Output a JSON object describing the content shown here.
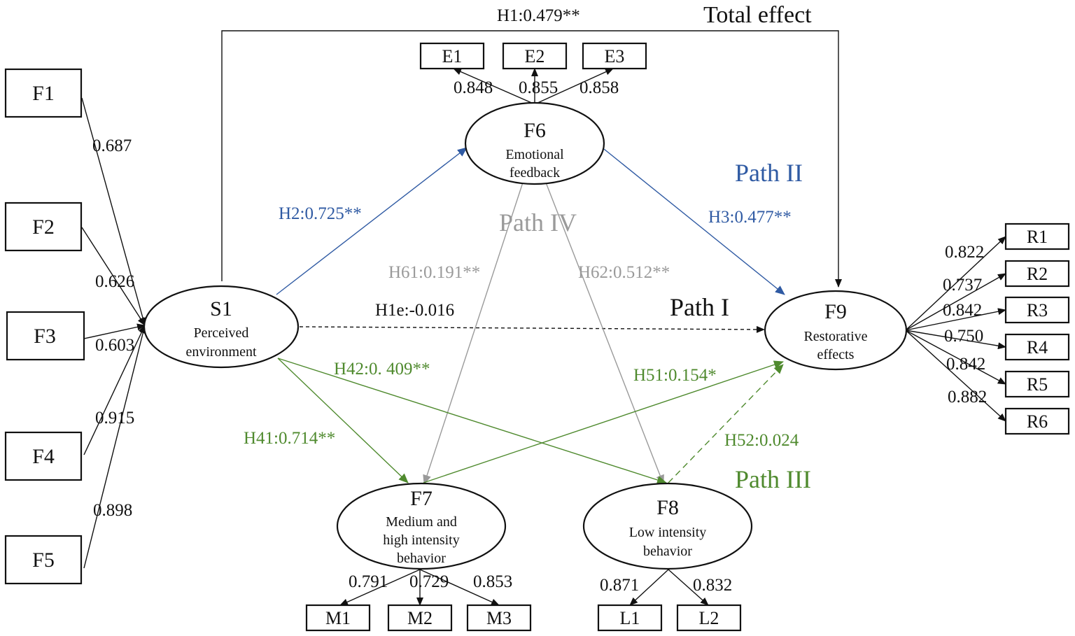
{
  "colors": {
    "black": "#111111",
    "blue": "#2f5aa3",
    "gray": "#9a9a9a",
    "green": "#4f8a2e"
  },
  "header": {
    "total_effect": "Total effect",
    "h1": "H1:0.479**"
  },
  "nodes": {
    "f1": "F1",
    "f2": "F2",
    "f3": "F3",
    "f4": "F4",
    "f5": "F5",
    "e1": "E1",
    "e2": "E2",
    "e3": "E3",
    "r1": "R1",
    "r2": "R2",
    "r3": "R3",
    "r4": "R4",
    "r5": "R5",
    "r6": "R6",
    "m1": "M1",
    "m2": "M2",
    "m3": "M3",
    "l1": "L1",
    "l2": "L2",
    "s1": {
      "id": "S1",
      "line1": "Perceived",
      "line2": "environment"
    },
    "f6": {
      "id": "F6",
      "line1": "Emotional",
      "line2": "feedback"
    },
    "f9": {
      "id": "F9",
      "line1": "Restorative",
      "line2": "effects"
    },
    "f7": {
      "id": "F7",
      "line1": "Medium and",
      "line2": "high intensity",
      "line3": "behavior"
    },
    "f8": {
      "id": "F8",
      "line1": "Low intensity",
      "line2": "behavior"
    }
  },
  "loadings": {
    "f1": "0.687",
    "f2": "0.626",
    "f3": "0.603",
    "f4": "0.915",
    "f5": "0.898",
    "e1": "0.848",
    "e2": "0.855",
    "e3": "0.858",
    "r1": "0.822",
    "r2": "0.737",
    "r3": "0.842",
    "r4": "0.750",
    "r5": "0.842",
    "r6": "0.882",
    "m1": "0.791",
    "m2": "0.729",
    "m3": "0.853",
    "l1": "0.871",
    "l2": "0.832"
  },
  "paths": {
    "h2": "H2:0.725**",
    "h3": "H3:0.477**",
    "h1e": "H1e:-0.016",
    "h61": "H61:0.191**",
    "h62": "H62:0.512**",
    "h41": "H41:0.714**",
    "h42": "H42:0. 409**",
    "h51": "H51:0.154*",
    "h52": "H52:0.024"
  },
  "path_labels": {
    "path1": "Path I",
    "path2": "Path II",
    "path3": "Path III",
    "path4": "Path IV"
  }
}
